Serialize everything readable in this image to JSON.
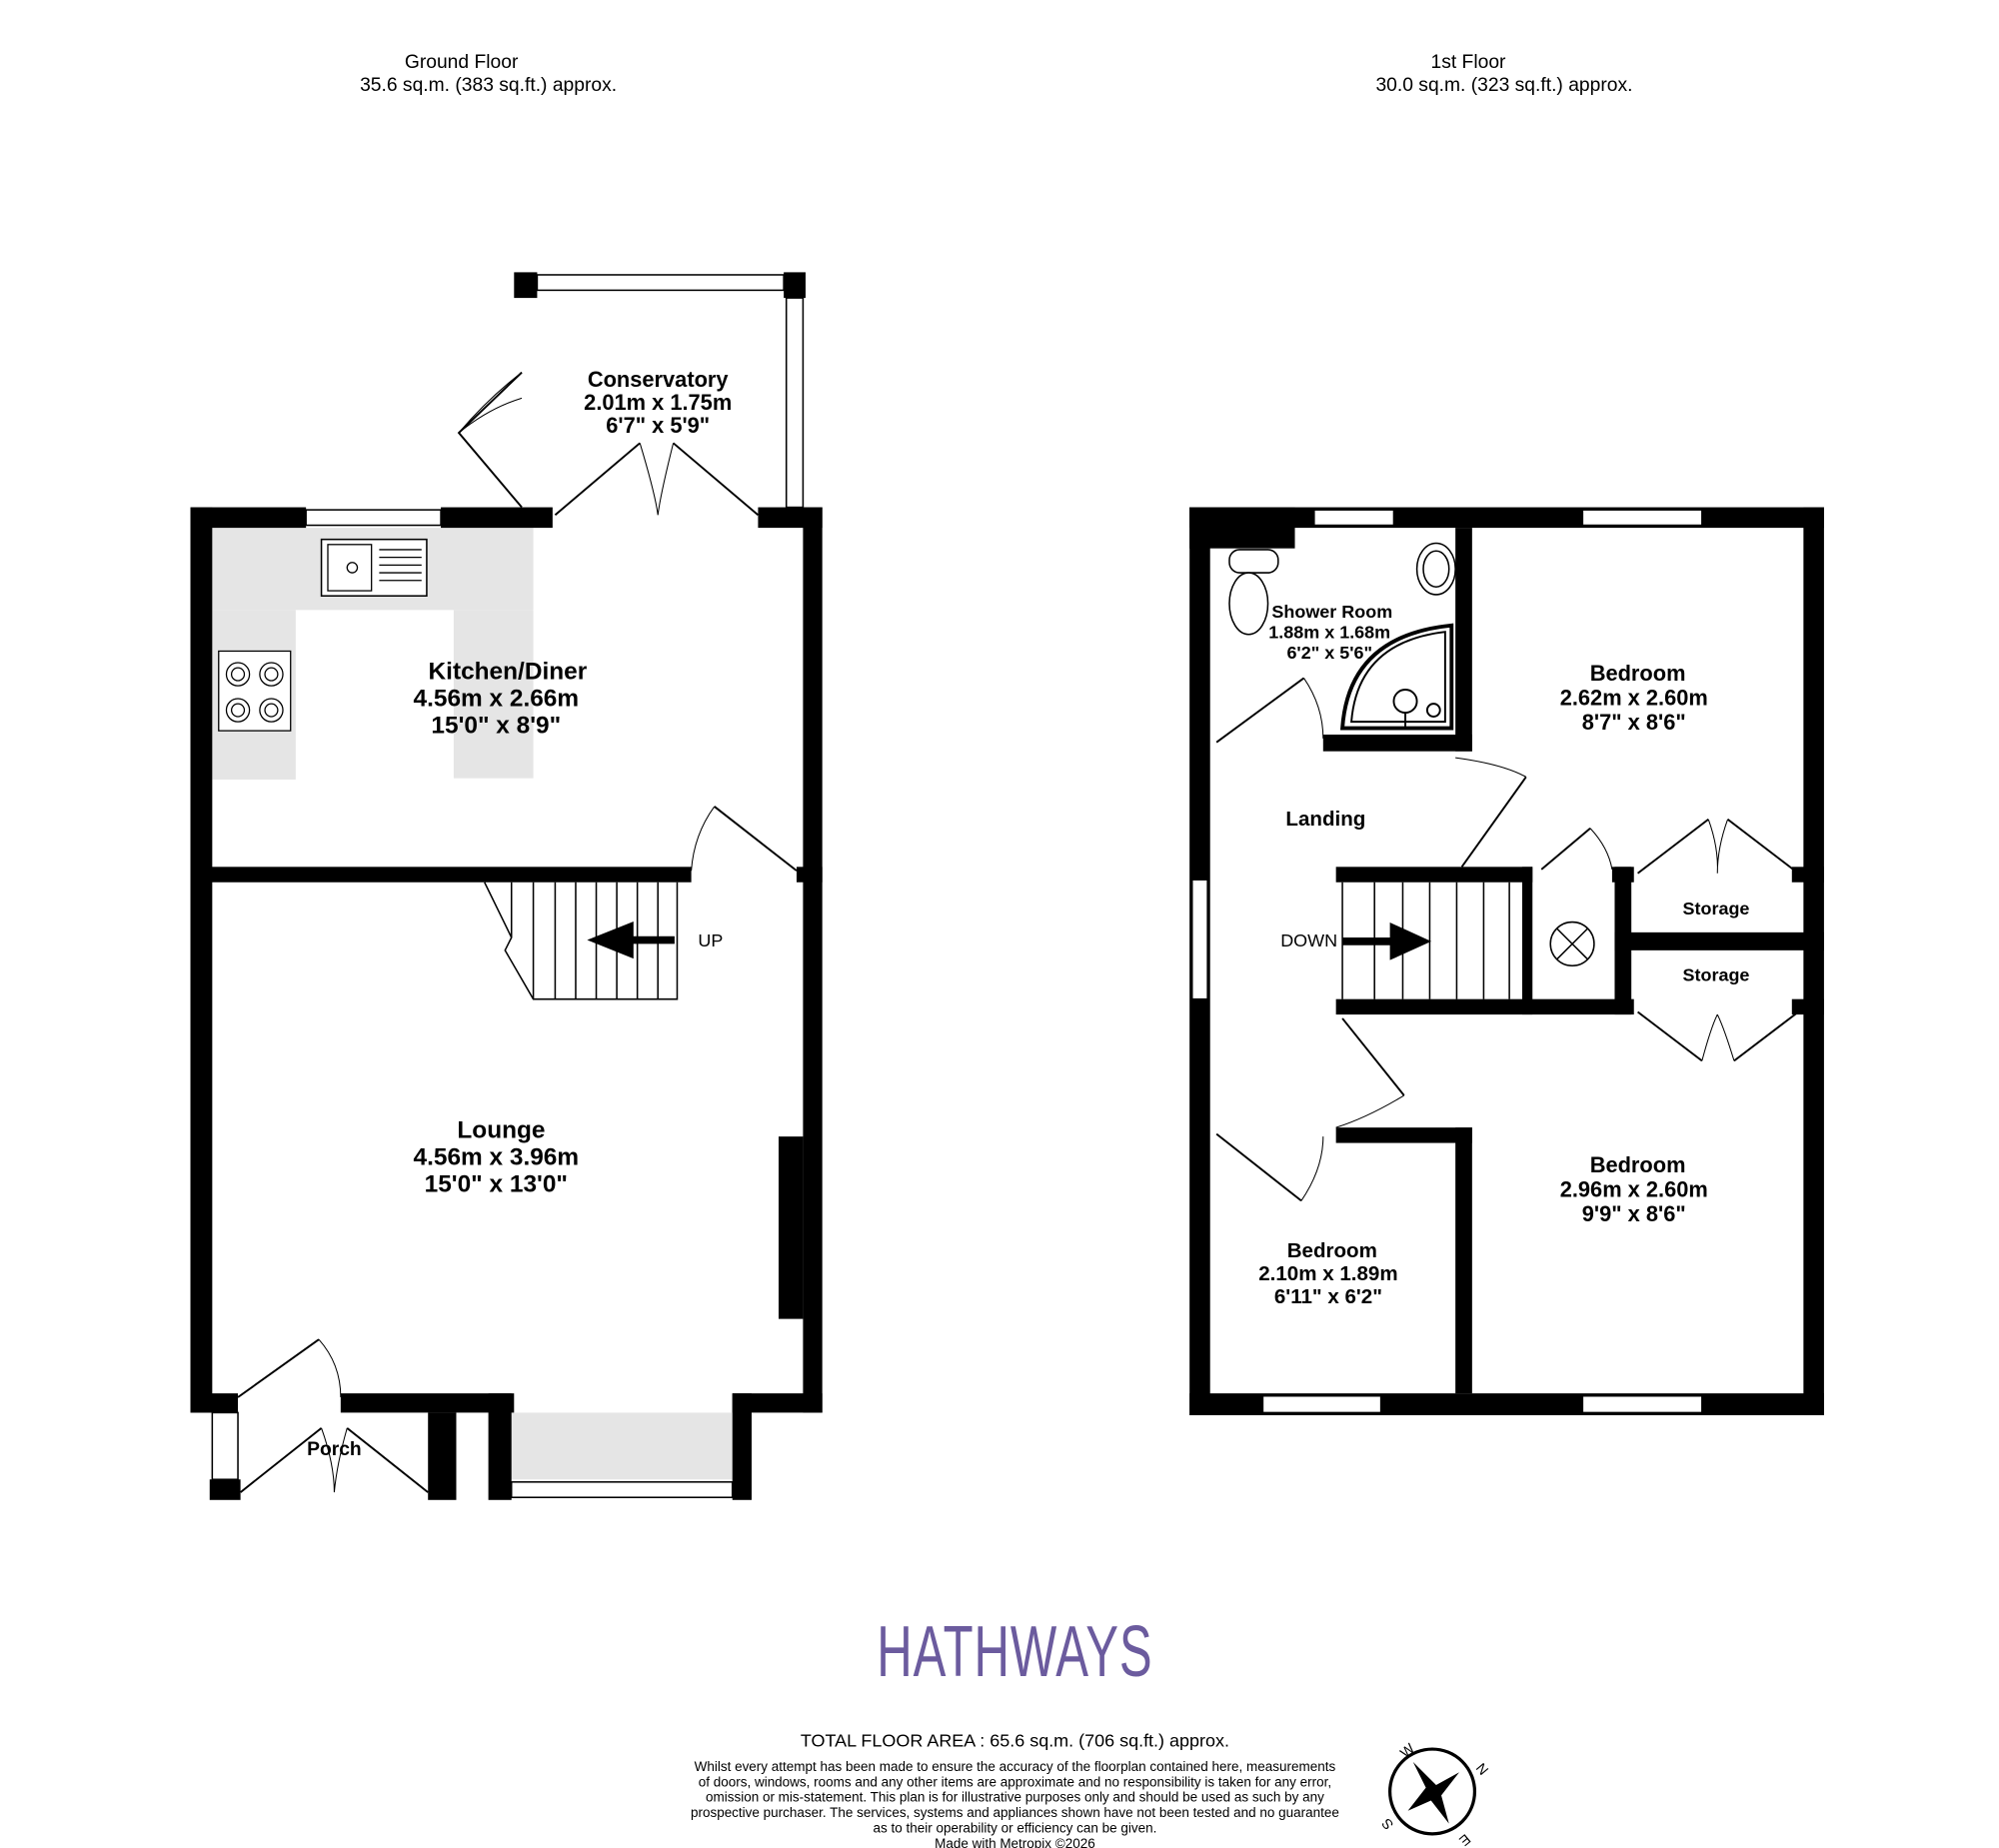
{
  "ground_floor": {
    "title": "Ground Floor",
    "area": "35.6 sq.m. (383 sq.ft.) approx.",
    "rooms": [
      {
        "name": "Conservatory",
        "metric": "2.01m  x 1.75m",
        "imperial": "6'7\"  x 5'9\""
      },
      {
        "name": "Kitchen/Diner",
        "metric": "4.56m  x 2.66m",
        "imperial": "15'0\"  x 8'9\""
      },
      {
        "name": "Lounge",
        "metric": "4.56m  x 3.96m",
        "imperial": "15'0\"  x 13'0\""
      },
      {
        "name": "Porch"
      }
    ],
    "stairs_label": "UP"
  },
  "first_floor": {
    "title": "1st Floor",
    "area": "30.0 sq.m. (323 sq.ft.) approx.",
    "rooms": [
      {
        "name": "Shower Room",
        "metric": "1.88m  x 1.68m",
        "imperial": "6'2\"  x 5'6\""
      },
      {
        "name": "Bedroom",
        "metric": "2.62m  x 2.60m",
        "imperial": "8'7\"  x 8'6\""
      },
      {
        "name": "Landing"
      },
      {
        "name": "Storage"
      },
      {
        "name": "Storage"
      },
      {
        "name": "Bedroom",
        "metric": "2.96m  x 2.60m",
        "imperial": "9'9\"  x 8'6\""
      },
      {
        "name": "Bedroom",
        "metric": "2.10m  x 1.89m",
        "imperial": "6'11\"  x 6'2\""
      }
    ],
    "stairs_label": "DOWN"
  },
  "logo": "HATHWAYS",
  "logo_color": "#6b5b9e",
  "total_area": "TOTAL FLOOR AREA : 65.6 sq.m. (706 sq.ft.) approx.",
  "disclaimer": [
    "Whilst every attempt has been made to ensure the accuracy of the floorplan contained here, measurements",
    "of doors, windows, rooms and any other items are approximate and no responsibility is taken for any error,",
    "omission or mis-statement. This plan is for illustrative purposes only and should be used as such by any",
    "prospective purchaser. The services, systems and appliances shown have not been tested and no guarantee",
    "as to their operability or efficiency can be given."
  ],
  "made_with": "Made with Metropix ©2026",
  "compass": {
    "n": "N",
    "e": "E",
    "s": "S",
    "w": "W"
  }
}
